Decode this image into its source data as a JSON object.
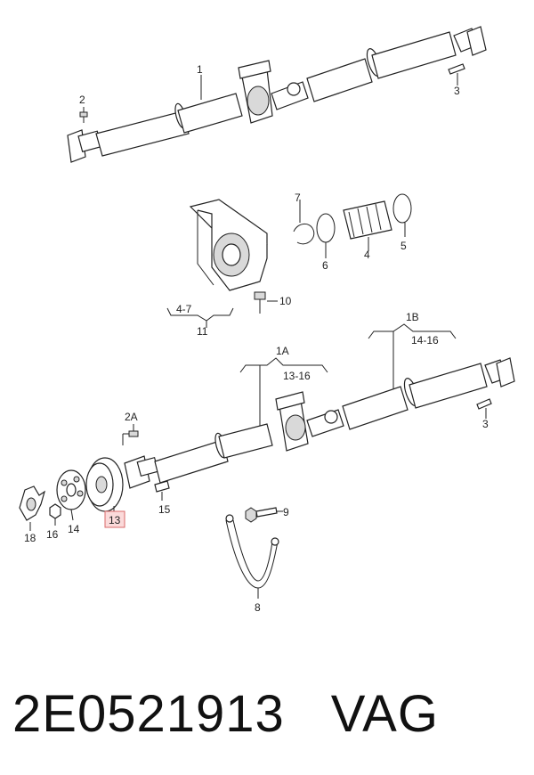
{
  "callouts": {
    "c1": "1",
    "c2": "2",
    "c3_top": "3",
    "c7": "7",
    "c5": "5",
    "c6": "6",
    "c4": "4",
    "c10": "10",
    "c4_7": "4-7",
    "c11": "11",
    "c1B": "1B",
    "c14_16": "14-16",
    "c1A": "1A",
    "c13_16": "13-16",
    "c3_bottom": "3",
    "c2A": "2A",
    "c15": "15",
    "c13": "13",
    "c18": "18",
    "c16": "16",
    "c14": "14",
    "c9": "9",
    "c8": "8"
  },
  "caption": {
    "part_number": "2E0521913",
    "brand": "VAG"
  }
}
